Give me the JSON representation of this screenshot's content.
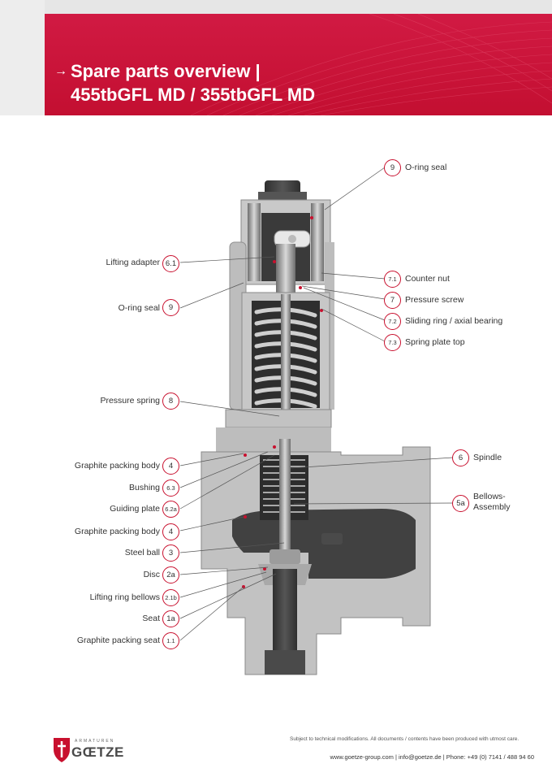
{
  "header": {
    "arrow": "→",
    "title_line1": "Spare parts overview |",
    "title_line2": "455tbGFL MD / 355tbGFL MD"
  },
  "parts_left": [
    {
      "number": "6.1",
      "label": "Lifting adapter"
    },
    {
      "number": "9",
      "label": "O-ring seal"
    },
    {
      "number": "8",
      "label": "Pressure spring"
    },
    {
      "number": "4",
      "label": "Graphite packing body"
    },
    {
      "number": "6.3",
      "label": "Bushing"
    },
    {
      "number": "6.2a",
      "label": "Guiding plate"
    },
    {
      "number": "4",
      "label": "Graphite packing body"
    },
    {
      "number": "3",
      "label": "Steel ball"
    },
    {
      "number": "2a",
      "label": "Disc"
    },
    {
      "number": "2.1b",
      "label": "Lifting ring bellows"
    },
    {
      "number": "1a",
      "label": "Seat"
    },
    {
      "number": "1.1",
      "label": "Graphite packing seat"
    }
  ],
  "parts_right": [
    {
      "number": "9",
      "label": "O-ring seal"
    },
    {
      "number": "7.1",
      "label": "Counter nut"
    },
    {
      "number": "7",
      "label": "Pressure screw"
    },
    {
      "number": "7.2",
      "label": "Sliding ring / axial bearing"
    },
    {
      "number": "7.3",
      "label": "Spring plate top"
    },
    {
      "number": "6",
      "label": "Spindle"
    },
    {
      "number": "5a",
      "label": "Bellows-",
      "label2": "Assembly"
    }
  ],
  "footer": {
    "note": "Subject to technical modifications. All documents / contents have been produced with utmost care.",
    "contact": "www.goetze-group.com  |  info@goetze.de  |  Phone: +49 (0) 7141 / 488 94 60",
    "logo_top": "ARMATUREN",
    "logo_name": "GŒTZE"
  },
  "colors": {
    "brand_red": "#c8102e",
    "body_grey": "#b8b8b8"
  }
}
